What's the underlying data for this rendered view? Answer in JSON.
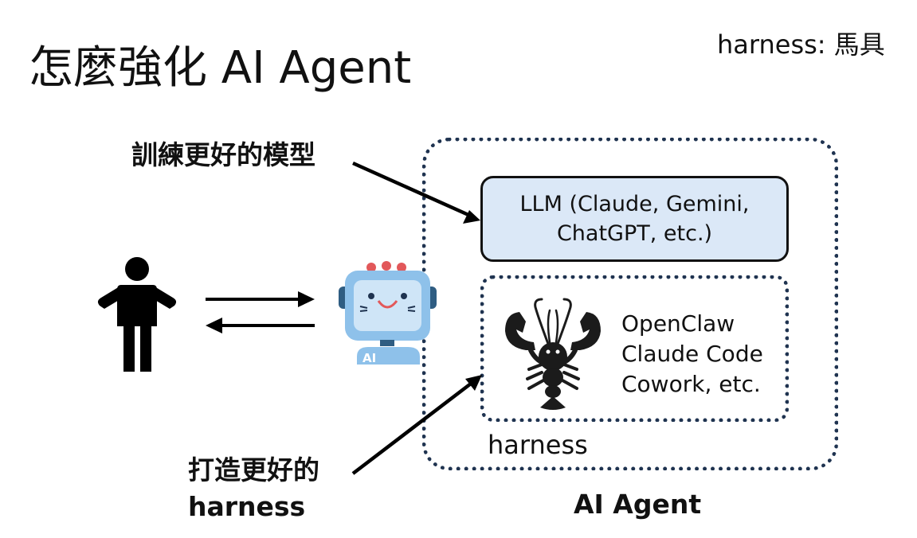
{
  "title": "怎麼強化 AI Agent",
  "note": "harness: 馬具",
  "train_label": "訓練更好的模型",
  "harness_label_lines": [
    "打造更好的",
    "harness"
  ],
  "llm_box_lines": [
    "LLM (Claude, Gemini,",
    "ChatGPT, etc.)"
  ],
  "harness_tools_lines": [
    "OpenClaw",
    "Claude Code",
    "Cowork, etc."
  ],
  "harness_caption": "harness",
  "agent_caption": "AI Agent",
  "robot_badge": "AI",
  "icons": {
    "person": "person-shrug-icon",
    "robot": "ai-robot-icon",
    "lobster": "lobster-icon"
  },
  "colors": {
    "llm_fill": "#dbe8f7",
    "dotted_border": "#1f3350",
    "robot_body": "#8ec1ea",
    "robot_accent": "#e2585a"
  }
}
